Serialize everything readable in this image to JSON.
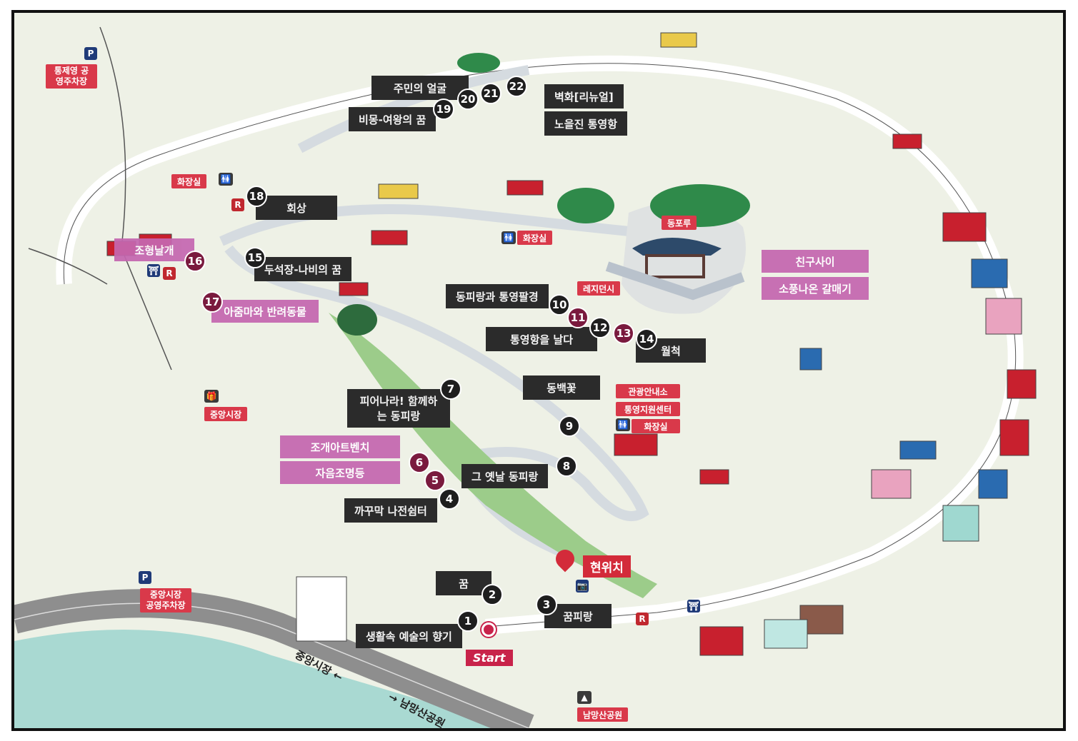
{
  "title": "동피랑 벽화마을 안내도",
  "colors": {
    "dark_label": "#2b2b2b",
    "pink_label": "#c567b0",
    "facility_red": "#d9394a",
    "plum_badge": "#7a1a3e",
    "water": "#a9d9d2",
    "road": "#8e8e8e"
  },
  "spots": [
    {
      "num": "1",
      "title": "생활속 예술의 향기"
    },
    {
      "num": "2",
      "title": "꿈"
    },
    {
      "num": "3",
      "title": "꿈피랑"
    },
    {
      "num": "4",
      "title": "까꾸막 나전쉼터"
    },
    {
      "num": "5",
      "title": "자음조명등"
    },
    {
      "num": "6",
      "title": "조개아트벤치"
    },
    {
      "num": "7",
      "title": "피어나라! 함께하는 동피랑"
    },
    {
      "num": "8",
      "title": "그 옛날 동피랑"
    },
    {
      "num": "9",
      "title": "동백꽃"
    },
    {
      "num": "10",
      "title": "동피랑과 통영팔경"
    },
    {
      "num": "11",
      "title": "친구사이"
    },
    {
      "num": "12",
      "title": "통영항을 날다"
    },
    {
      "num": "13",
      "title": "소풍나온 갈매기"
    },
    {
      "num": "14",
      "title": "월척"
    },
    {
      "num": "15",
      "title": "두석장-나비의 꿈"
    },
    {
      "num": "16",
      "title": "조형날개"
    },
    {
      "num": "17",
      "title": "아줌마와 반려동물"
    },
    {
      "num": "18",
      "title": "회상"
    },
    {
      "num": "19",
      "title": "비몽-여왕의 꿈"
    },
    {
      "num": "20",
      "title": "주민의 얼굴"
    },
    {
      "num": "21",
      "title": "노을진 통영항"
    },
    {
      "num": "22",
      "title": "벽화[리뉴얼]"
    }
  ],
  "facilities": {
    "tongjeyoung_parking": "통제영 공영주차장",
    "toilet": "화장실",
    "dongporu": "동포루",
    "residency": "레지던시",
    "tourist_info": "관광안내소",
    "support_center": "통영지원센터",
    "jungang_market": "중앙시장",
    "jungang_parking": "중앙시장 공영주차장",
    "nammangsan_park": "남망산공원"
  },
  "markers": {
    "current_location": "현위치",
    "start": "Start"
  },
  "road_labels": {
    "to_market": "중앙시장 ←",
    "to_park": "→ 남망산공원"
  },
  "icon_glyphs": {
    "parking": "P",
    "rest": "R",
    "viewpoint": "⛩",
    "toilet": "🚻",
    "gift": "🎁",
    "mountain": "▲",
    "photo": "📷"
  }
}
